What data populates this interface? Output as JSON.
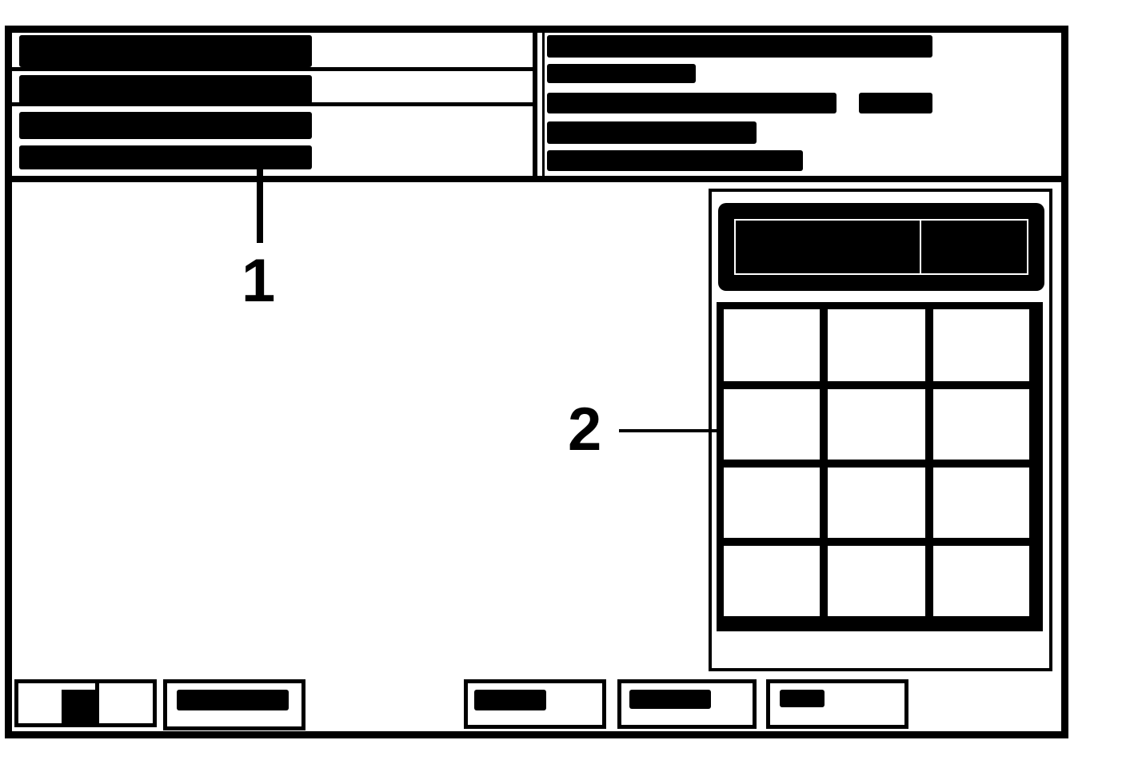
{
  "callouts": {
    "label_1": "1",
    "label_2": "2"
  },
  "colors": {
    "ink": "#000000",
    "paper": "#ffffff"
  },
  "icons": {
    "back_softkey": "left-arrow-icon"
  },
  "keypad": {
    "rows": 4,
    "columns": 3
  }
}
